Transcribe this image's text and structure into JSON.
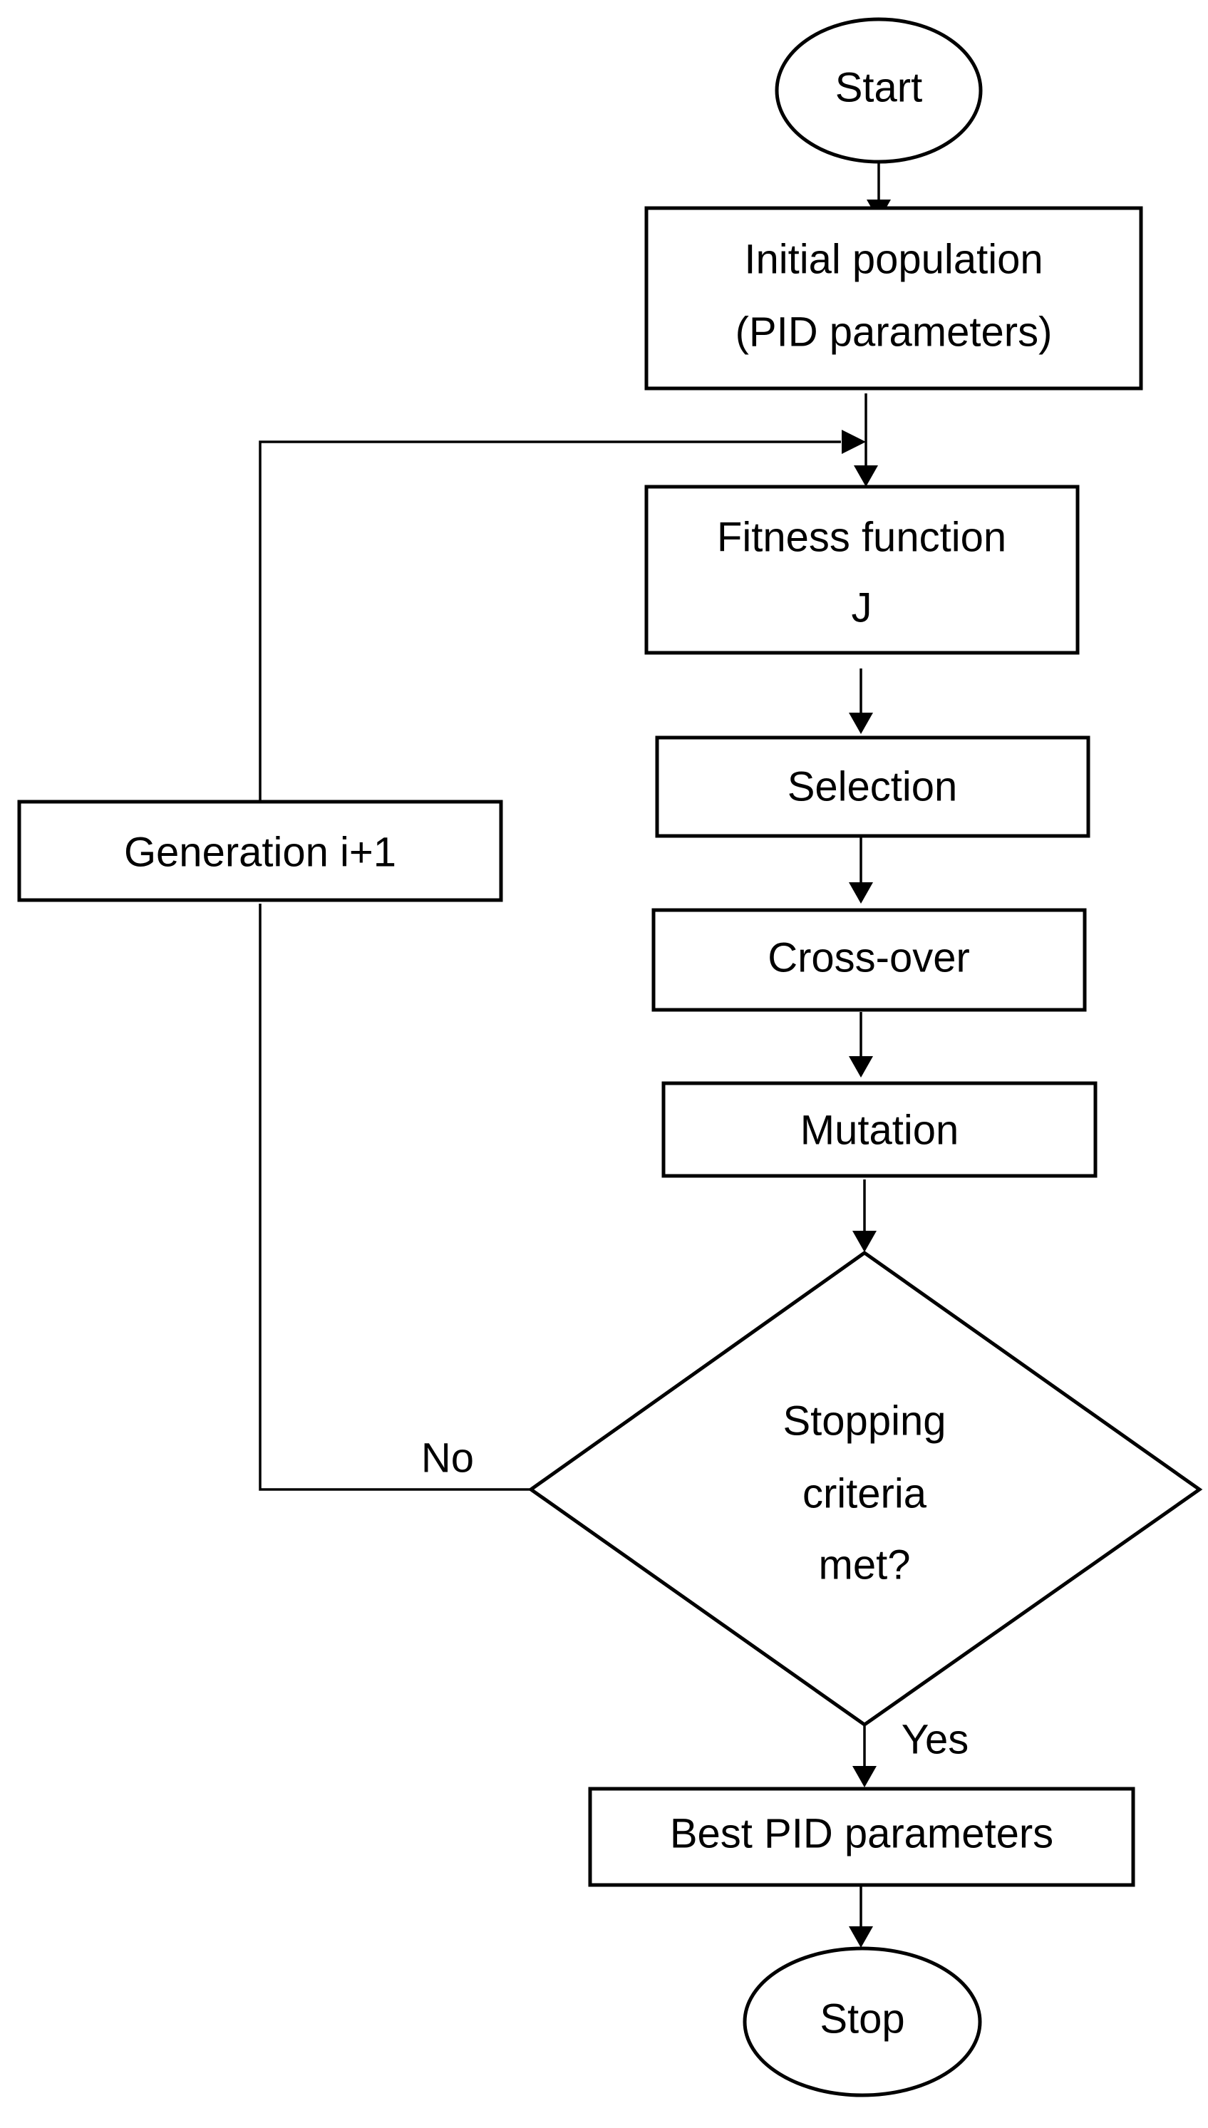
{
  "nodes": {
    "start": {
      "label": "Start"
    },
    "initial_population": {
      "line1": "Initial population",
      "line2": "(PID parameters)"
    },
    "fitness_function": {
      "line1": "Fitness function",
      "line2": "J"
    },
    "selection": {
      "label": "Selection"
    },
    "crossover": {
      "label": "Cross-over"
    },
    "mutation": {
      "label": "Mutation"
    },
    "decision": {
      "line1": "Stopping",
      "line2": "criteria",
      "line3": "met?"
    },
    "best_params": {
      "label": "Best PID parameters"
    },
    "generation": {
      "label": "Generation i+1"
    },
    "stop": {
      "label": "Stop"
    }
  },
  "edges": {
    "no_label": "No",
    "yes_label": "Yes"
  }
}
